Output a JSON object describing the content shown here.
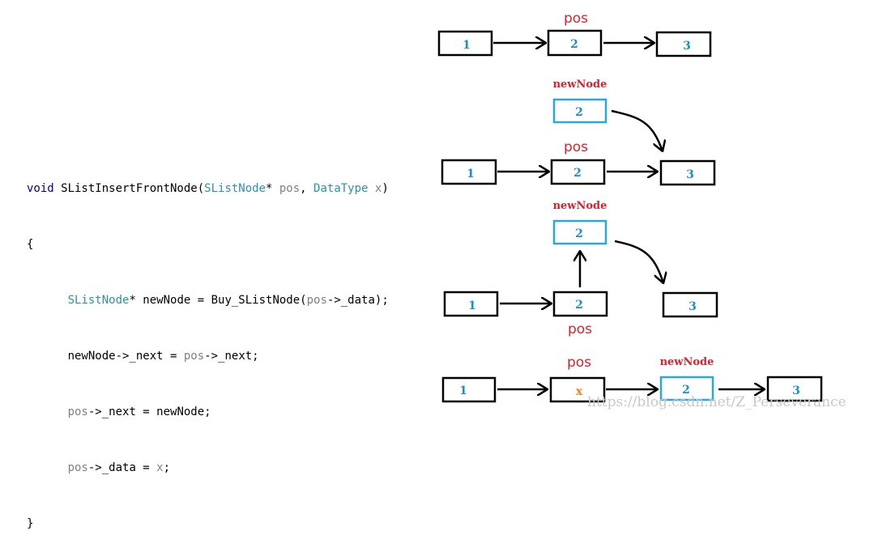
{
  "code": {
    "line1": {
      "t_void": "void",
      "t_fn": " SListInsertFrontNode(",
      "t_type1": "SListNode",
      "t_star": "* ",
      "t_pos": "pos",
      "t_comma": ", ",
      "t_type2": "DataType",
      "t_sp": " ",
      "t_x": "x",
      "t_close": ")"
    },
    "line2": "{",
    "line3": {
      "t_type": "SListNode",
      "t_rest": "* newNode = Buy_SListNode(",
      "t_pos": "pos",
      "t_end": "->_data);"
    },
    "line4": {
      "t_a": "newNode->_next = ",
      "t_pos": "pos",
      "t_b": "->_next;"
    },
    "line5": {
      "t_pos": "pos",
      "t_b": "->_next = newNode;"
    },
    "line6": {
      "t_pos": "pos",
      "t_b": "->_data = ",
      "t_x": "x",
      "t_end": ";"
    },
    "line7": "}"
  },
  "diagram": {
    "step1": {
      "nodes": [
        "1",
        "2",
        "3"
      ],
      "pos_label": "pos"
    },
    "step2": {
      "new_node_label": "newNode",
      "new_node_value": "2",
      "nodes": [
        "1",
        "2",
        "3"
      ],
      "pos_label": "pos"
    },
    "step3": {
      "new_node_label": "newNode",
      "new_node_value": "2",
      "nodes": [
        "1",
        "2",
        "3"
      ],
      "pos_label": "pos"
    },
    "step4": {
      "pos_label": "pos",
      "new_node_label": "newNode",
      "nodes": [
        "1",
        "x",
        "2",
        "3"
      ]
    }
  },
  "watermark": "https://blog.csdn.net/Z_Perseverance",
  "colors": {
    "box_border": "#000000",
    "new_box_border": "#29a8e0",
    "node_text": "#1a8fd0",
    "x_text": "#e8861a",
    "label_red": "#d9232b"
  }
}
